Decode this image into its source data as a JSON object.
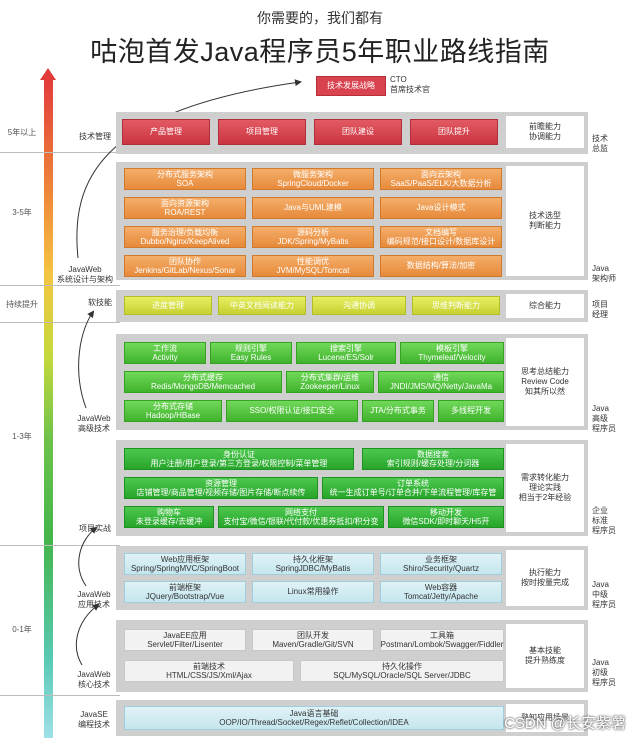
{
  "header": {
    "subtitle": "你需要的，我们都有",
    "title": "咕泡首发Java程序员5年职业路线指南"
  },
  "top": {
    "button": "技术发展战略",
    "cto_line1": "CTO",
    "cto_line2": "首席技术官"
  },
  "stages": [
    "5年以上",
    "3-5年",
    "持续提升",
    "1-3年",
    "0-1年"
  ],
  "left_labels": {
    "l1": "技术管理",
    "l2": [
      "JavaWeb",
      "系统设计与架构"
    ],
    "l3": "软技能",
    "l4": [
      "JavaWeb",
      "高级技术"
    ],
    "l5": "项目实战",
    "l6": [
      "JavaWeb",
      "应用技术"
    ],
    "l7": [
      "JavaWeb",
      "核心技术"
    ],
    "l8": [
      "JavaSE",
      "编程技术"
    ]
  },
  "right_labels": {
    "r1": [
      "技术",
      "总监"
    ],
    "r2": [
      "Java",
      "架构师"
    ],
    "r3": [
      "项目",
      "经理"
    ],
    "r4": [
      "Java",
      "高级",
      "程序员"
    ],
    "r5": [
      "企业",
      "标准",
      "程序员"
    ],
    "r6": [
      "Java",
      "中级",
      "程序员"
    ],
    "r7": [
      "Java",
      "初级",
      "程序员"
    ]
  },
  "rows": {
    "management": {
      "items": [
        "产品管理",
        "项目管理",
        "团队建设",
        "团队提升"
      ],
      "side": [
        "前瞻能力",
        "协调能力"
      ]
    },
    "architecture": {
      "items": [
        [
          "分布式服务架构",
          "SOA"
        ],
        [
          "微服务架构",
          "SpringCloud/Docker"
        ],
        [
          "面向云架构",
          "SaaS/PaaS/ELK/大数据分析"
        ],
        [
          "面向资源架构",
          "ROA/REST"
        ],
        [
          "Java与UML建模"
        ],
        [
          "Java设计模式"
        ],
        [
          "服务治理/负载均衡",
          "Dubbo/Nginx/KeepAlived"
        ],
        [
          "源码分析",
          "JDK/Spring/MyBatis"
        ],
        [
          "文档编写",
          "编码规范/接口设计/数据库设计"
        ],
        [
          "团队协作",
          "Jenkins/GitLab/Nexus/Sonar"
        ],
        [
          "性能调优",
          "JVM/MySQL/Tomcat"
        ],
        [
          "数据结构/算法/加密"
        ]
      ],
      "side": [
        "技术选型",
        "判断能力"
      ]
    },
    "soft": {
      "items": [
        "进度管理",
        "中英文档阅读能力",
        "沟通协调",
        "思维判断能力"
      ],
      "side": [
        "综合能力"
      ]
    },
    "advanced": {
      "items": [
        [
          "工作流",
          "Activity"
        ],
        [
          "规则引擎",
          "Easy Rules"
        ],
        [
          "搜索引擎",
          "Lucene/ES/Solr"
        ],
        [
          "模板引擎",
          "Thymeleaf/Velocity"
        ],
        [
          "分布式缓存",
          "Redis/MongoDB/Memcached"
        ],
        [
          "分布式集群/运维",
          "Zookeeper/Linux"
        ],
        [
          "通信",
          "JNDI/JMS/MQ/Netty/JavaMa"
        ],
        [
          "分布式存储",
          "Hadoop/HBase"
        ],
        [
          "SSO/权限认证/接口安全"
        ],
        [
          "JTA/分布式事务"
        ],
        [
          "多线程开发"
        ]
      ],
      "side": [
        "思考总结能力",
        "Review Code",
        "知其所以然"
      ]
    },
    "project": {
      "items": [
        [
          "身份认证",
          "用户注册/用户登录/第三方登录/权限控制/菜单管理"
        ],
        [
          "数据搜索",
          "索引规则/缓存处理/分词器"
        ],
        [
          "资源管理",
          "店铺管理/商品管理/视频存储/图片存储/断点续传"
        ],
        [
          "订单系统",
          "统一生成订单号/订单合并/下单流程管理/库存管"
        ],
        [
          "购物车",
          "未登录缓存/去缓冲"
        ],
        [
          "网络支付",
          "支付宝/微信/银联/代付款/优惠券抵扣/积分变"
        ],
        [
          "移动开发",
          "微信SDK/即时聊天/H5开"
        ]
      ],
      "side": [
        "需求转化能力",
        "理论实践",
        "相当于2年经验"
      ]
    },
    "application": {
      "items": [
        [
          "Web应用框架",
          "Spring/SpringMVC/SpringBoot"
        ],
        [
          "持久化框架",
          "SpringJDBC/MyBatis"
        ],
        [
          "业务框架",
          "Shiro/Security/Quartz"
        ],
        [
          "前端框架",
          "JQuery/Bootstrap/Vue"
        ],
        [
          "Linux常用操作"
        ],
        [
          "Web容器",
          "Tomcat/Jetty/Apache"
        ]
      ],
      "side": [
        "执行能力",
        "按时按量完成"
      ]
    },
    "core": {
      "items": [
        [
          "JavaEE应用",
          "Servlet/Filter/Lisenter"
        ],
        [
          "团队开发",
          "Maven/Gradle/Git/SVN"
        ],
        [
          "工具箱",
          "Postman/Lombok/Swagger/Fiddler"
        ],
        [
          "前端技术",
          "HTML/CSS/JS/Xml/Ajax"
        ],
        [
          "持久化操作",
          "SQL/MySQL/Oracle/SQL Server/JDBC"
        ]
      ],
      "side": [
        "基本技能",
        "提升熟练度"
      ]
    },
    "javase": {
      "items": [
        [
          "Java语言基础",
          "OOP/IO/Thread/Socket/Regex/Reflet/Collection/IDEA"
        ]
      ],
      "side": [
        "熟知应用场景"
      ]
    }
  },
  "watermark": "CSDN @长安紫薯",
  "colors": {
    "red": "#c93540",
    "orange": "#e78a3a",
    "yellow": "#c6d132",
    "green": "#3fb32c",
    "blue": "#c5e6ee",
    "panel": "#cfcfcf"
  }
}
